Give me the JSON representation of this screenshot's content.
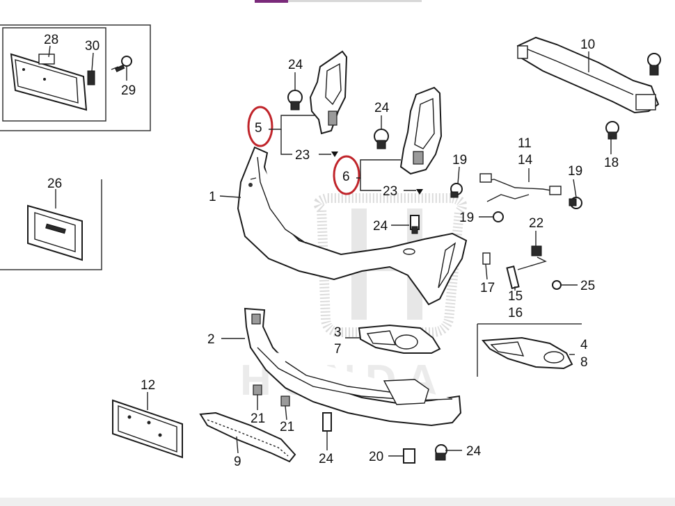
{
  "diagram": {
    "top_bar_color": "#7a2a7a",
    "highlight_color": "#c0242a",
    "watermark": "HONDA",
    "callouts": {
      "c1": "1",
      "c2": "2",
      "c3": "3",
      "c4": "4",
      "c5": "5",
      "c6": "6",
      "c7": "7",
      "c8": "8",
      "c9": "9",
      "c10": "10",
      "c11": "11",
      "c12": "12",
      "c14": "14",
      "c15": "15",
      "c16": "16",
      "c17": "17",
      "c18": "18",
      "c19a": "19",
      "c19b": "19",
      "c19c": "19",
      "c20": "20",
      "c21a": "21",
      "c21b": "21",
      "c22": "22",
      "c23a": "23",
      "c23b": "23",
      "c24a": "24",
      "c24b": "24",
      "c24c": "24",
      "c24d": "24",
      "c24e": "24",
      "c25": "25",
      "c26": "26",
      "c28": "28",
      "c29": "29",
      "c30": "30"
    }
  }
}
